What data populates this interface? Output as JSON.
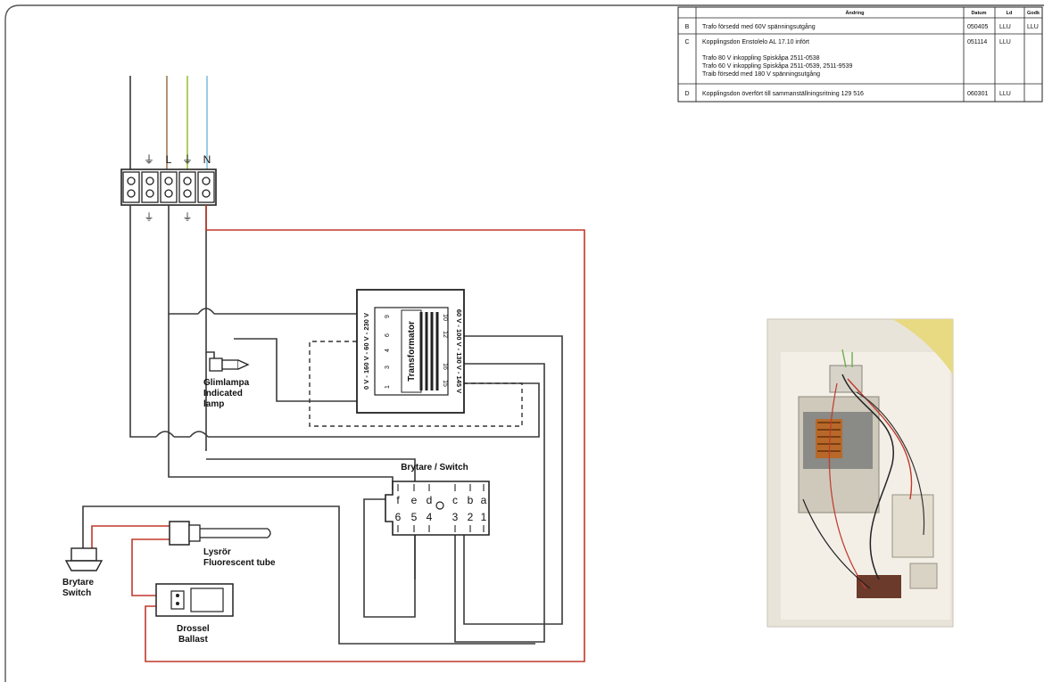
{
  "terminal_block": {
    "labels_top": [
      "⏚",
      "L",
      "⏚",
      "N"
    ],
    "labels_bottom": [
      "⏚",
      "⏚"
    ]
  },
  "transformer": {
    "name": "Transformator",
    "left_voltages": "0 V - 160 V - 60 V - 230 V",
    "right_voltages": "60 V - 100 V - 130 V - 145 V",
    "left_pins": [
      "1",
      "3",
      "4",
      "6",
      "9"
    ],
    "right_pins": [
      "10",
      "12",
      "15",
      "16"
    ]
  },
  "indicator_lamp": {
    "line1": "Glimlampa",
    "line2": "Indicated",
    "line3": "lamp"
  },
  "main_switch": {
    "title": "Brytare / Switch",
    "letters": [
      "f",
      "e",
      "d",
      "c",
      "b",
      "a"
    ],
    "numbers": [
      "6",
      "5",
      "4",
      "3",
      "2",
      "1"
    ]
  },
  "tube": {
    "line1": "Lysrör",
    "line2": "Fluorescent tube"
  },
  "small_switch": {
    "line1": "Brytare",
    "line2": "Switch"
  },
  "ballast": {
    "line1": "Drossel",
    "line2": "Ballast"
  },
  "revision_table": {
    "headers": [
      "",
      "Ändring",
      "Datum",
      "Ld",
      "Godk"
    ],
    "rows": [
      {
        "rev": "B",
        "lines": [
          "Trafo försedd med 60V spänningsutgång"
        ],
        "date": "050405",
        "by": "LLU",
        "appr": "LLU"
      },
      {
        "rev": "C",
        "lines": [
          "Kopplingsdon Enstolelo AL 17.10 infört",
          "Trafo 80 V inkoppling Spiskåpa 2511-0538",
          "Trafo 60 V inkoppling Spiskåpa 2511-0539, 2511-9539",
          "Traib försedd med 180 V spänningsutgång"
        ],
        "date": "051114",
        "by": "LLU",
        "appr": ""
      },
      {
        "rev": "D",
        "lines": [
          "Kopplingsdon överfört till sammanställningsritning 129 516"
        ],
        "date": "060301",
        "by": "LLU",
        "appr": ""
      }
    ]
  },
  "colors": {
    "wire_red": "#c0392b",
    "wire_black": "#3a3a3a",
    "wire_brown": "#a07a55",
    "wire_green_yellow": "#9bc23a",
    "wire_blue": "#7fc3df"
  }
}
